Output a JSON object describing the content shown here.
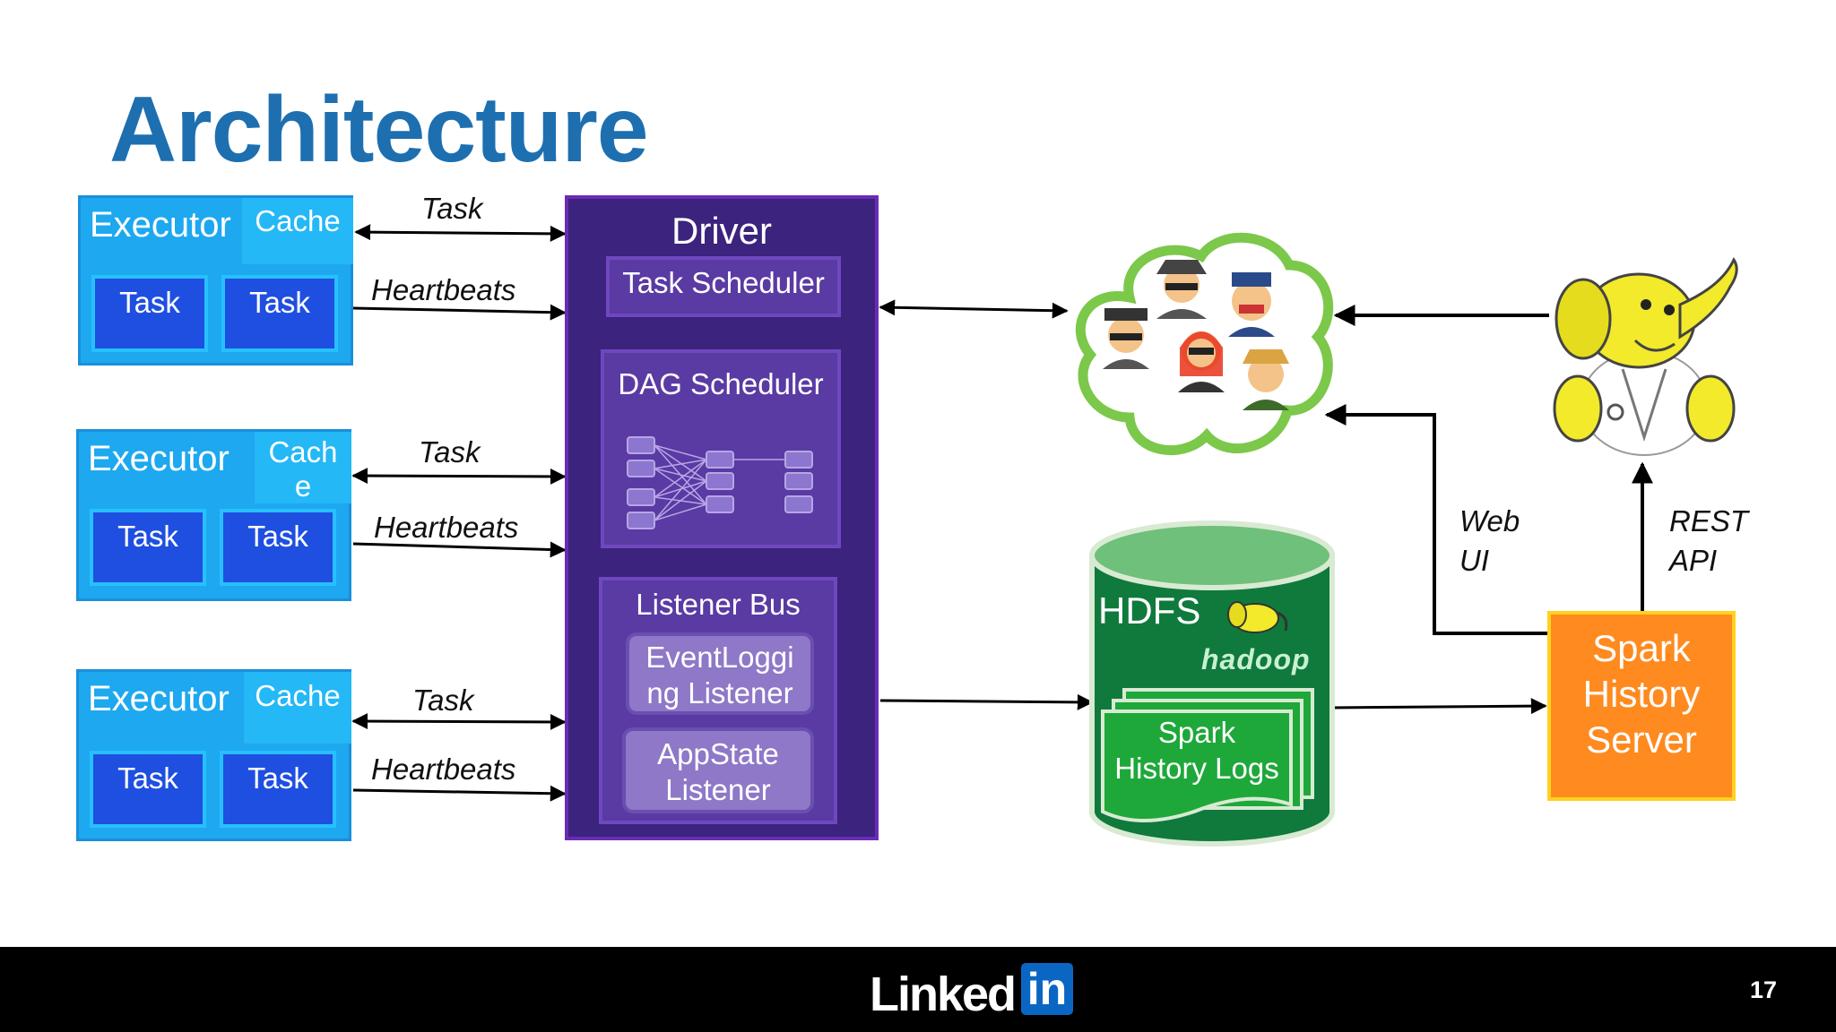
{
  "title": "Architecture",
  "executors": [
    {
      "label": "Executor",
      "cache": "Cache",
      "tasks": [
        "Task",
        "Task"
      ],
      "arrow_task": "Task",
      "arrow_heartbeats": "Heartbeats"
    },
    {
      "label": "Executor",
      "cache_line1": "Cach",
      "cache_line2": "e",
      "tasks": [
        "Task",
        "Task"
      ],
      "arrow_task": "Task",
      "arrow_heartbeats": "Heartbeats"
    },
    {
      "label": "Executor",
      "cache": "Cache",
      "tasks": [
        "Task",
        "Task"
      ],
      "arrow_task": "Task",
      "arrow_heartbeats": "Heartbeats"
    }
  ],
  "driver": {
    "title": "Driver",
    "task_scheduler": "Task Scheduler",
    "dag_scheduler": "DAG Scheduler",
    "listener_bus": "Listener Bus",
    "event_logging_line1": "EventLoggi",
    "event_logging_line2": "ng Listener",
    "appstate_line1": "AppState",
    "appstate_line2": "Listener"
  },
  "hdfs": {
    "label": "HDFS",
    "hadoop_logo_text": "hadoop",
    "logs_line1": "Spark",
    "logs_line2": "History Logs"
  },
  "history_server": {
    "line1": "Spark",
    "line2": "History",
    "line3": "Server"
  },
  "web_ui": {
    "line1": "Web",
    "line2": "UI"
  },
  "rest_api": {
    "line1": "REST",
    "line2": "API"
  },
  "footer": {
    "brand_text": "Linked",
    "brand_in": "in",
    "page_number": "17"
  },
  "colors": {
    "title": "#1d6fb0",
    "executor": "#1da8f0",
    "task": "#1f4fe0",
    "driver": "#3b237e",
    "hdfs": "#0f7a3c",
    "history_server": "#ff8a1f",
    "cloud_border": "#7cc84a"
  }
}
